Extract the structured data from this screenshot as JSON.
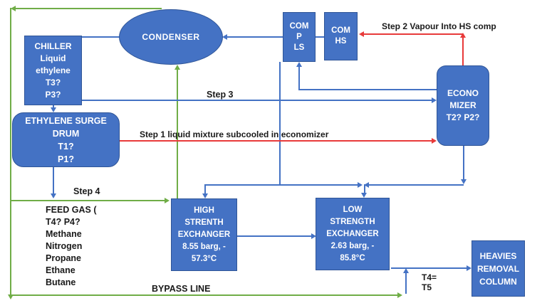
{
  "diagram": {
    "nodes": {
      "chiller": {
        "label": "CHILLER\nLiquid\nethylene\nT3?\nP3?"
      },
      "condenser": {
        "label": "CONDENSER"
      },
      "comp_ls": {
        "label": "COM\nP\nLS"
      },
      "comp_hs": {
        "label": "COM\nHS"
      },
      "economizer": {
        "label": "ECONO\nMIZER\nT2? P2?"
      },
      "surge_drum": {
        "label": "ETHYLENE SURGE\nDRUM\nT1?\nP1?"
      },
      "high_exchanger": {
        "label": "HIGH\nSTRENTH\nEXCHANGER\n8.55 barg, -\n57.3°C"
      },
      "low_exchanger": {
        "label": "LOW\nSTRENGTH\nEXCHANGER\n2.63 barg, -\n85.8°C"
      },
      "heavies_column": {
        "label": "HEAVIES\nREMOVAL\nCOLUMN"
      }
    },
    "annotations": {
      "step1": "Step 1 liquid mixture subcooled in economizer",
      "step2": "Step 2 Vapour Into HS comp",
      "step3": "Step 3",
      "step4": "Step 4",
      "feed_gas": "FEED GAS (\nT4? P4?\nMethane\nNitrogen\nPropane\nEthane\nButane",
      "bypass_line": "BYPASS LINE",
      "t4_t5": "T4=\nT5"
    },
    "colors": {
      "node_fill": "#4472C4",
      "node_border": "#2F5597",
      "line_blue": "#4472C4",
      "line_red": "#E83A3A",
      "line_green": "#70AD47",
      "text_dark": "#1A1A1A",
      "text_light": "#FFFFFF",
      "background": "#FFFFFF"
    }
  }
}
